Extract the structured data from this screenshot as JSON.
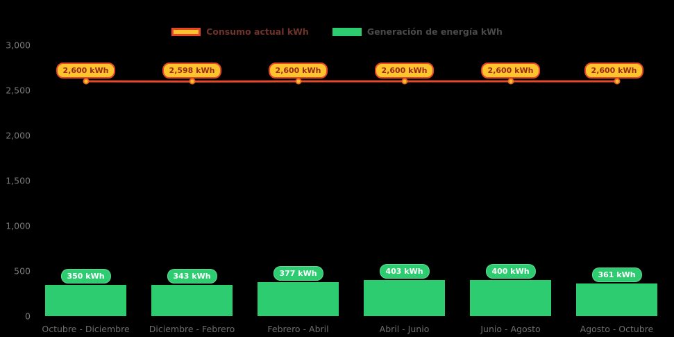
{
  "page": {
    "background": "#000000"
  },
  "legend": {
    "items": [
      {
        "id": "consumo",
        "label": "Consumo actual kWh",
        "swatch_fill": "#fdc42d",
        "swatch_border": "#e8452a",
        "label_color": "#6e342a"
      },
      {
        "id": "generacion",
        "label": "Generación de energía kWh",
        "swatch_fill": "#2ecc71",
        "swatch_border": "#2ecc71",
        "label_color": "#4a4a4a"
      }
    ]
  },
  "chart_data": {
    "type": "combo",
    "categories": [
      "Octubre - Diciembre",
      "Diciembre - Febrero",
      "Febrero - Abril",
      "Abril - Junio",
      "Junio - Agosto",
      "Agosto - Octubre"
    ],
    "series": [
      {
        "name": "Consumo actual kWh",
        "type": "line",
        "values": [
          2600,
          2598,
          2600,
          2600,
          2600,
          2600
        ],
        "labels": [
          "2,600 kWh",
          "2,598 kWh",
          "2,600 kWh",
          "2,600 kWh",
          "2,600 kWh",
          "2,600 kWh"
        ],
        "line_color": "#e8492c",
        "marker_fill": "#fdc42d",
        "marker_border": "#ef6b24",
        "badge_bg": "#fdc42d",
        "badge_border": "#e8452a",
        "badge_text_color": "#9c2a17"
      },
      {
        "name": "Generación de energía kWh",
        "type": "bar",
        "values": [
          350,
          343,
          377,
          403,
          400,
          361
        ],
        "labels": [
          "350 kWh",
          "343 kWh",
          "377 kWh",
          "403 kWh",
          "400 kWh",
          "361 kWh"
        ],
        "bar_color": "#2ecc71",
        "badge_bg": "#2ecc71",
        "badge_text_color": "#ffffff"
      }
    ],
    "ylim": [
      0,
      3000
    ],
    "yticks": [
      0,
      500,
      1000,
      1500,
      2000,
      2500,
      3000
    ],
    "ytick_labels": [
      "0",
      "500",
      "1,000",
      "1,500",
      "2,000",
      "2,500",
      "3,000"
    ],
    "grid": false,
    "legend_position": "top"
  }
}
